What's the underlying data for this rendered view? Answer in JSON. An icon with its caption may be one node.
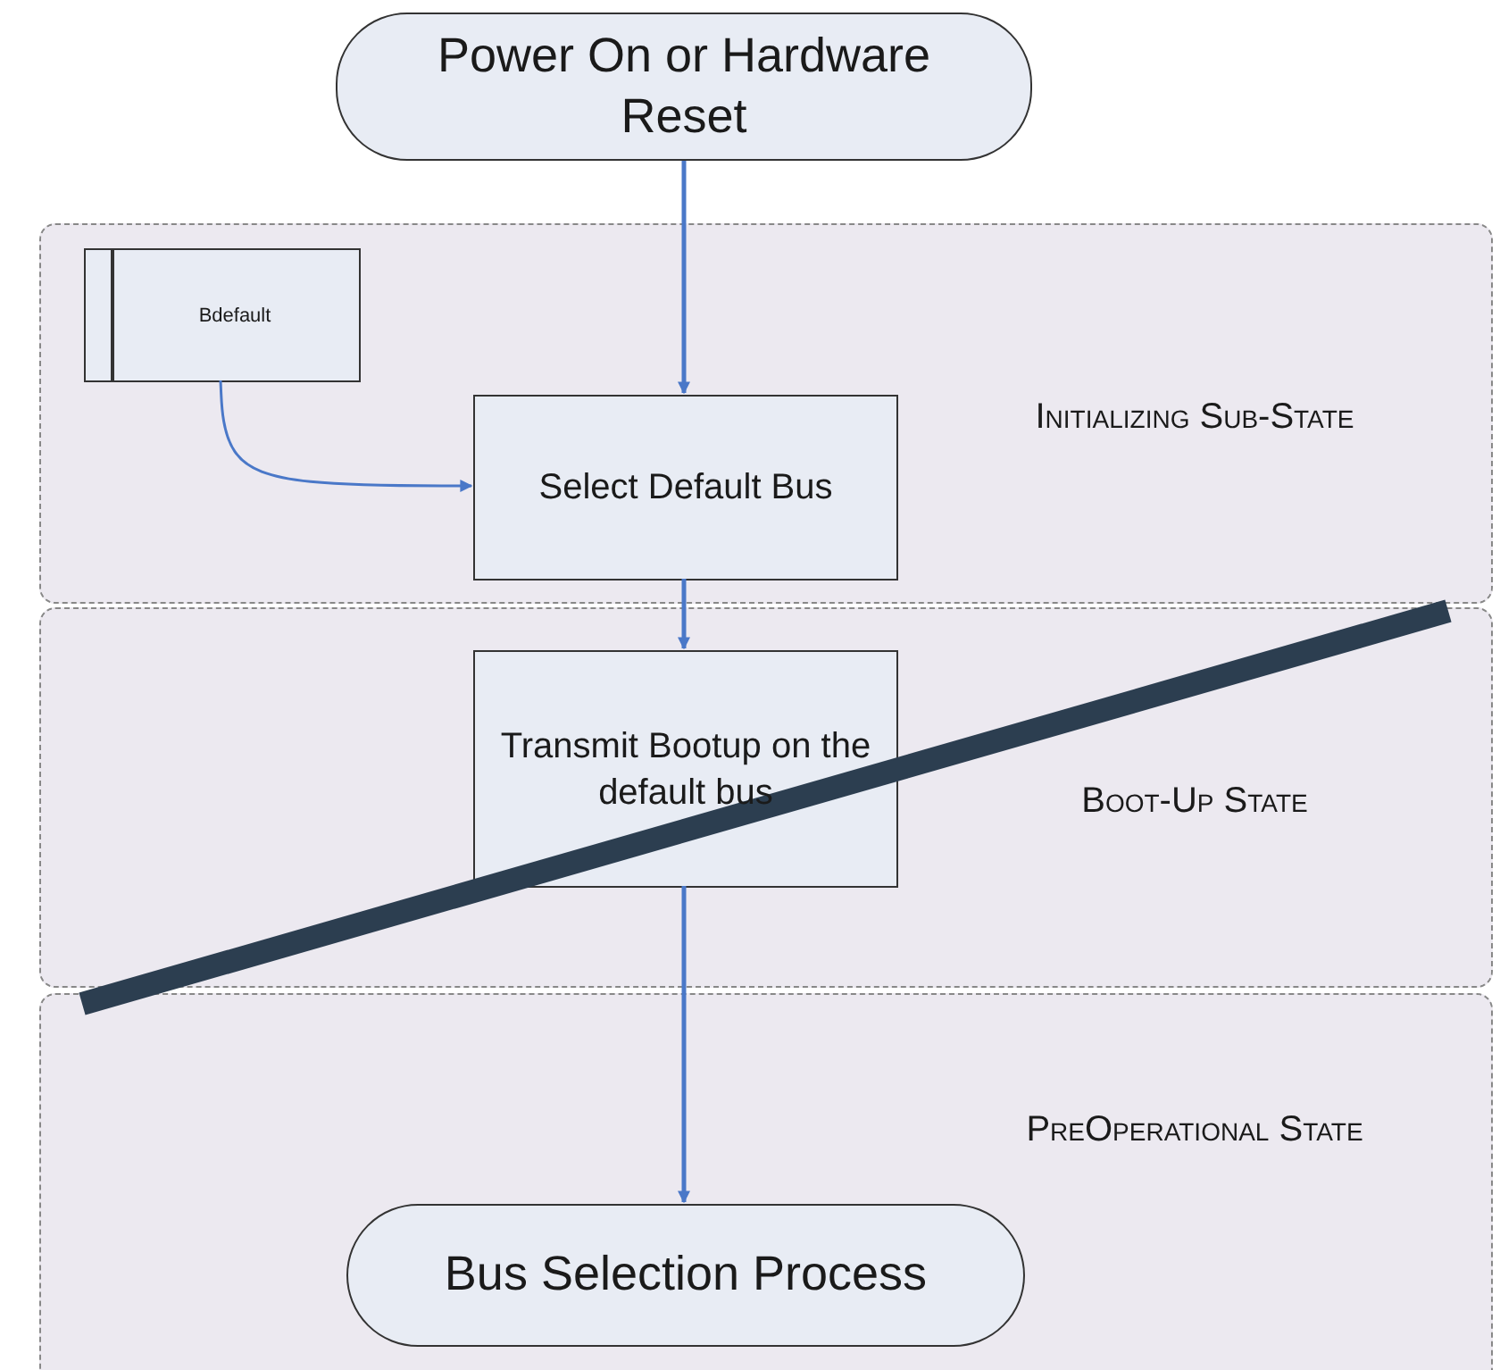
{
  "diagram": {
    "nodes": [
      {
        "text": [
          "Power On or Hardware Reset"
        ]
      },
      {
        "text": [
          "Initializing Sub-State"
        ]
      },
      {
        "text": [
          "Bdefault"
        ],
        "in": 1
      },
      {
        "text": [
          "Select Default Bus"
        ],
        "in": 1
      },
      {
        "text": [
          "Boot-Up State"
        ]
      },
      {
        "text": [
          "Transmit Bootup on the default bus"
        ],
        "in": 4
      },
      {
        "text": [
          "PreOperational State"
        ]
      },
      {
        "text": [
          "Bus Selection Process"
        ],
        "in": 6
      }
    ],
    "edges": [
      {
        "from": 0,
        "to": 3,
        "arrow": "to"
      },
      {
        "from": 2,
        "to": 3,
        "arrow": "to"
      },
      {
        "from": 3,
        "to": 5,
        "arrow": "to"
      },
      {
        "from": 5,
        "to": 7,
        "arrow": "to"
      }
    ]
  }
}
